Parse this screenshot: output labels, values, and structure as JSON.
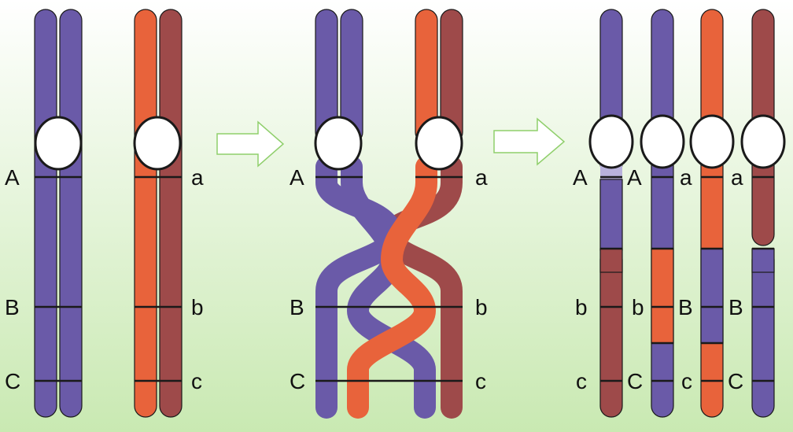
{
  "colors": {
    "background_top": "#ffffff",
    "background_bottom": "#c9e9b2",
    "purple": "#6a5aa8",
    "light_purple": "#b9b2dc",
    "orange": "#e8633b",
    "brown": "#9e4a4a",
    "outline": "#1a1a1a",
    "arrow_stroke": "#8fcf6b"
  },
  "stage1": {
    "left_labels": [
      "A",
      "B",
      "C"
    ],
    "right_labels": [
      "a",
      "b",
      "c"
    ]
  },
  "stage2": {
    "left_labels": [
      "A",
      "B",
      "C"
    ],
    "right_labels": [
      "a",
      "b",
      "c"
    ]
  },
  "stage3": {
    "chromatid1": [
      "A",
      "b",
      "c"
    ],
    "chromatid2": [
      "A",
      "b",
      "C"
    ],
    "chromatid3": [
      "a",
      "B",
      "c"
    ],
    "chromatid4": [
      "a",
      "B",
      "C"
    ]
  },
  "arrows": [
    "arrow-right-icon",
    "arrow-right-icon"
  ]
}
